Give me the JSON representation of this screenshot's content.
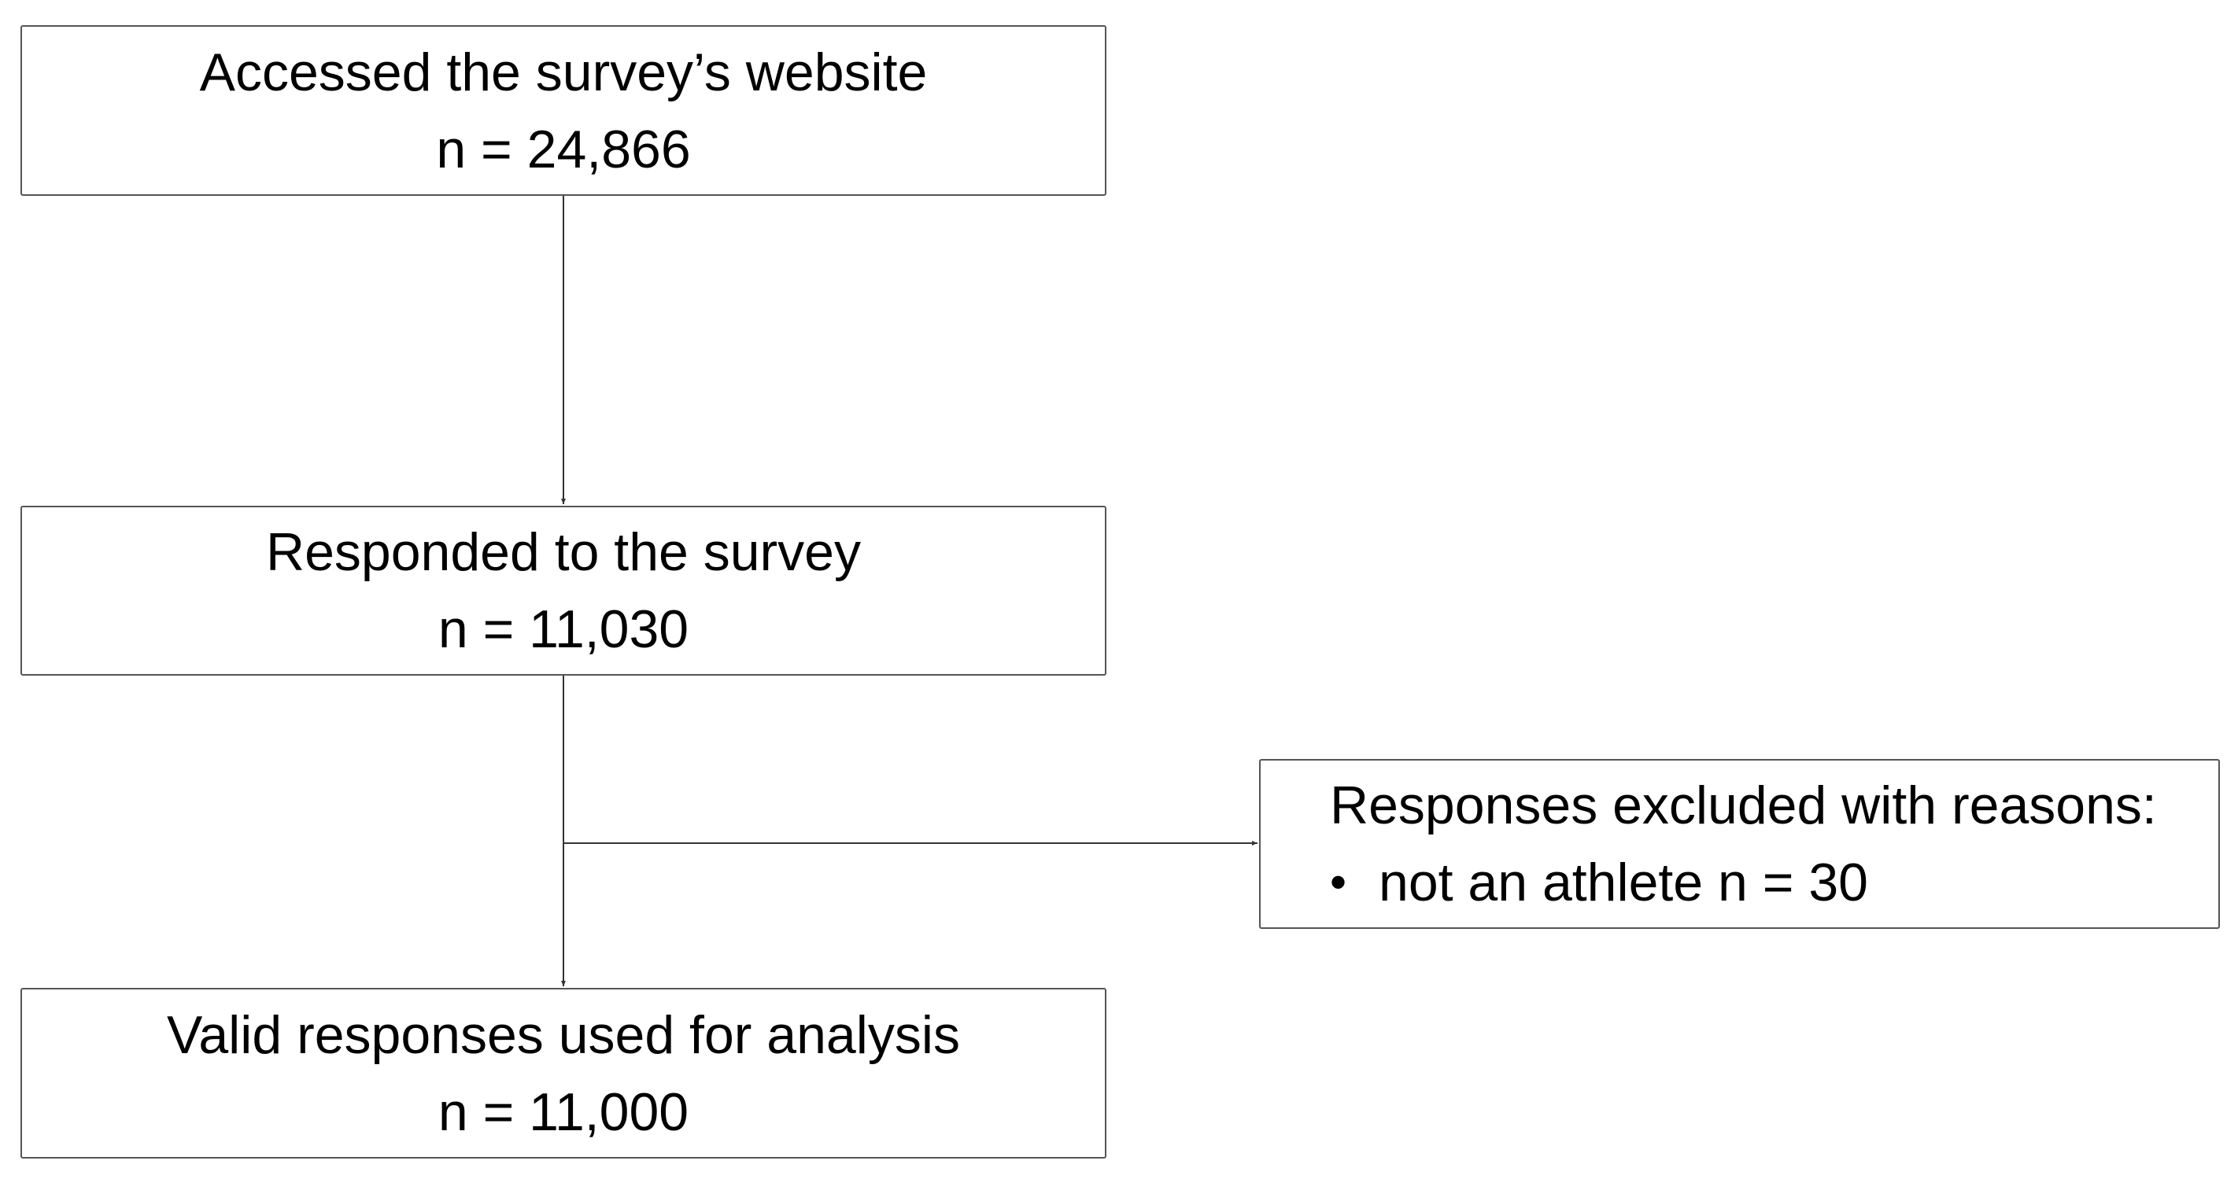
{
  "flowchart": {
    "accessed": {
      "label": "Accessed the survey’s website",
      "count": "n = 24,866"
    },
    "responded": {
      "label": "Responded to the survey",
      "count": "n = 11,030"
    },
    "excluded": {
      "label": "Responses excluded with reasons:",
      "bullet": "•",
      "reason": "not an athlete n = 30"
    },
    "valid": {
      "label": "Valid responses used for analysis",
      "count": "n = 11,000"
    }
  }
}
